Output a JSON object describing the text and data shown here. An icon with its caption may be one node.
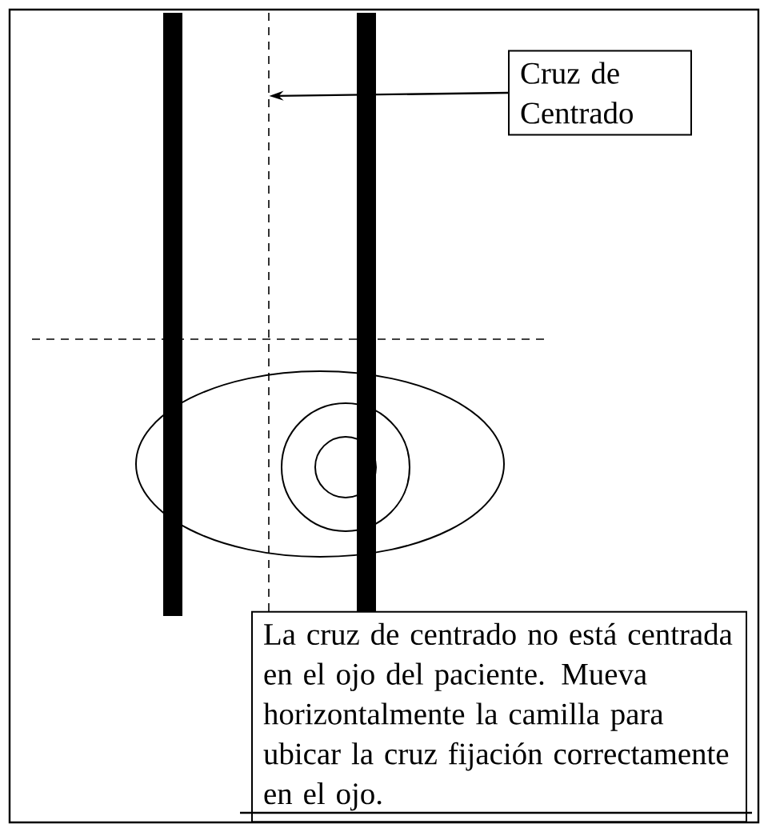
{
  "diagram": {
    "nodes": [
      {
        "text": [
          "Cruz de Centrado"
        ]
      },
      {
        "text": [],
        "shape": "cross"
      },
      {
        "text": [
          "La cruz de centrado no está centrada en el ojo del paciente. Mueva horizontalmente la camilla para ubicar la cruz fijación correctamente en el ojo."
        ]
      }
    ],
    "edges": [
      {
        "from": 0,
        "to": 1,
        "arrow": "to"
      }
    ]
  }
}
